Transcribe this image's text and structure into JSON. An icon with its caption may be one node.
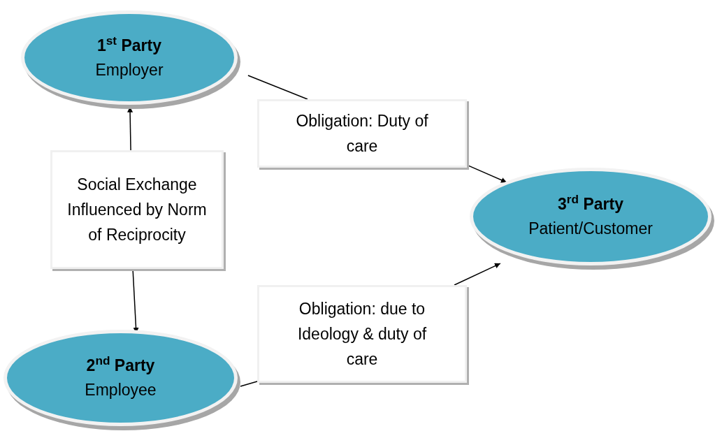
{
  "diagram": {
    "nodes": [
      {
        "text": [
          "1$^{st}$ Party",
          "Employer"
        ]
      },
      {
        "text": [
          "Social Exchange Influenced by Norm of Reciprocity"
        ]
      },
      {
        "text": [
          "2$^{nd}$ Party",
          "Employee"
        ]
      },
      {
        "text": [
          "Obligation: Duty of care"
        ]
      },
      {
        "text": [
          "3$^{rd}$ Party",
          "Patient/Customer"
        ]
      },
      {
        "text": [
          "Obligation: due to Ideology & duty of care"
        ]
      }
    ],
    "edges": [
      {
        "from": 1,
        "to": 0,
        "arrow": "to"
      },
      {
        "from": 1,
        "to": 2,
        "arrow": "to"
      },
      {
        "from": 0,
        "to": 3,
        "arrow": "none"
      },
      {
        "from": 3,
        "to": 4,
        "arrow": "to"
      },
      {
        "from": 2,
        "to": 5,
        "arrow": "none"
      },
      {
        "from": 5,
        "to": 4,
        "arrow": "to"
      }
    ]
  }
}
